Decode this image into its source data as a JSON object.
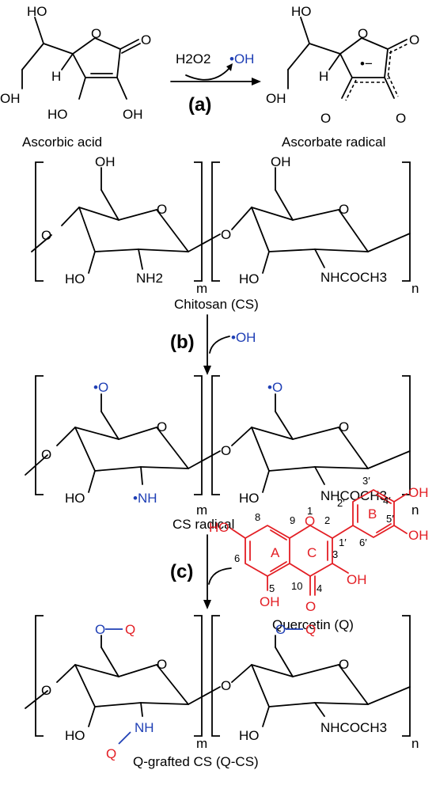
{
  "top": {
    "ascorbic_acid": "Ascorbic acid",
    "ascorbate_radical": "Ascorbate radical",
    "reagent_h2o2": "H2O2",
    "product_oh": "•OH",
    "step_a": "(a)"
  },
  "chitosan": {
    "name": "Chitosan (CS)",
    "sub_m": "m",
    "sub_n": "n",
    "nh2": "NH2",
    "nhcoch3": "NHCOCH3"
  },
  "step_b": {
    "label": "(b)",
    "reagent": "•OH"
  },
  "cs_radical": {
    "name": "CS radical"
  },
  "step_c": {
    "label": "(c)"
  },
  "quercetin": {
    "name": "Quercetin (Q)",
    "ring_a": "A",
    "ring_b": "B",
    "ring_c": "C"
  },
  "product": {
    "name": "Q-grafted CS (Q-CS)"
  },
  "colors": {
    "radical_blue": "#1f3fb5",
    "quercetin_red": "#e31e24"
  }
}
